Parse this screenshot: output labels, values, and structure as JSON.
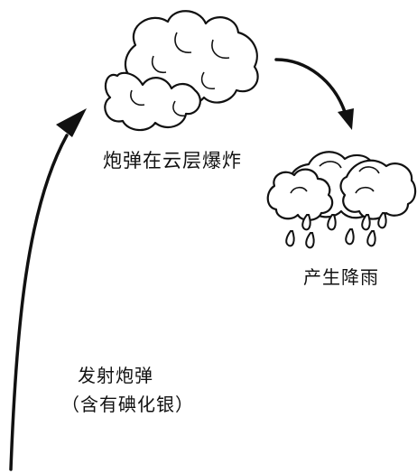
{
  "labels": {
    "shell_explodes": "炮弹在云层爆炸",
    "rain": "产生降雨",
    "launch_shell": "发射炮弹",
    "silver_iodide": "（含有碘化银）"
  },
  "colors": {
    "ink": "#111111",
    "background": "#ffffff"
  },
  "icons": {
    "upper_cloud": "cumulus-cloud-icon",
    "rain_cloud": "rain-cloud-icon",
    "launch_arrow": "curved-arrow-up",
    "process_arrow": "curved-arrow-down"
  }
}
